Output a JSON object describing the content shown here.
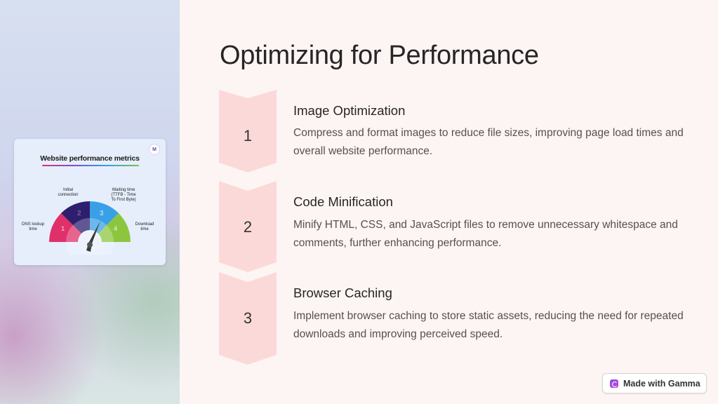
{
  "slide": {
    "title": "Optimizing for Performance"
  },
  "thumbnail": {
    "title": "Website performance metrics",
    "logo_text": "M",
    "labels": {
      "dns": "DNS lookup\ntime",
      "initial": "Initial\nconnection",
      "waiting": "Waiting time\n(TTFB - Time\nTo First Byte)",
      "download": "Download\ntime"
    },
    "segment_numbers": [
      "1",
      "2",
      "3",
      "4"
    ],
    "colors": {
      "segment_1": "#e0306a",
      "segment_2": "#2e1f6e",
      "segment_3": "#3aa0e6",
      "segment_4": "#8cc63f"
    }
  },
  "steps": [
    {
      "number": "1",
      "heading": "Image Optimization",
      "body": "Compress and format images to reduce file sizes, improving page load times and overall website performance."
    },
    {
      "number": "2",
      "heading": "Code Minification",
      "body": "Minify HTML, CSS, and JavaScript files to remove unnecessary whitespace and comments, further enhancing performance."
    },
    {
      "number": "3",
      "heading": "Browser Caching",
      "body": "Implement browser caching to store static assets, reducing the need for repeated downloads and improving perceived speed."
    }
  ],
  "badge": {
    "label": "Made with Gamma",
    "icon": "gamma-logo-icon"
  },
  "colors": {
    "background": "#fdf5f4",
    "chevron": "#fcd9d9",
    "text": "#272525",
    "body_text": "#555050"
  }
}
